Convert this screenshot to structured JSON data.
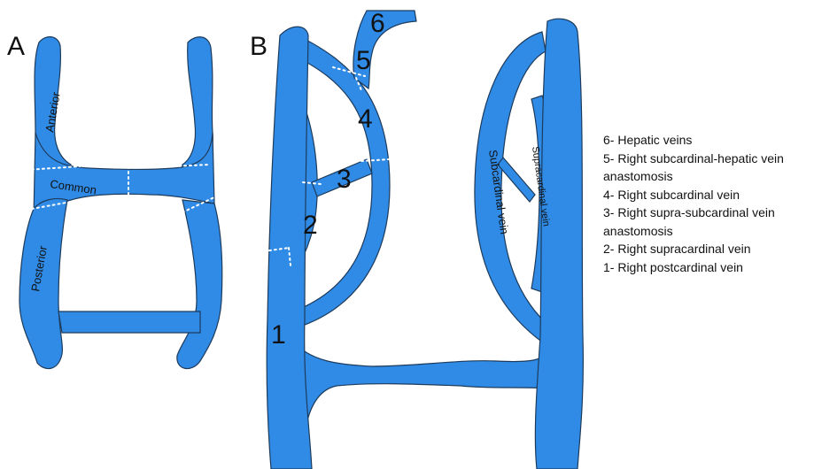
{
  "panels": {
    "a": "A",
    "b": "B"
  },
  "panel_a_labels": {
    "anterior": "Anterior",
    "common": "Common",
    "posterior": "Posterior"
  },
  "panel_b_labels": {
    "subcardinal": "Subcardinal vein",
    "supracardinal": "Supracardinal vein"
  },
  "numbers": {
    "n1": "1",
    "n2": "2",
    "n3": "3",
    "n4": "4",
    "n5": "5",
    "n6": "6"
  },
  "legend": [
    "6- Hepatic veins",
    "5- Right subcardinal-hepatic vein anastomosis",
    "4- Right subcardinal vein",
    "3- Right supra-subcardinal vein anastomosis",
    "2- Right supracardinal vein",
    "1- Right postcardinal vein"
  ],
  "colors": {
    "vein": "#2f8be6",
    "outline": "#1d3b5c",
    "background": "#ffffff"
  }
}
